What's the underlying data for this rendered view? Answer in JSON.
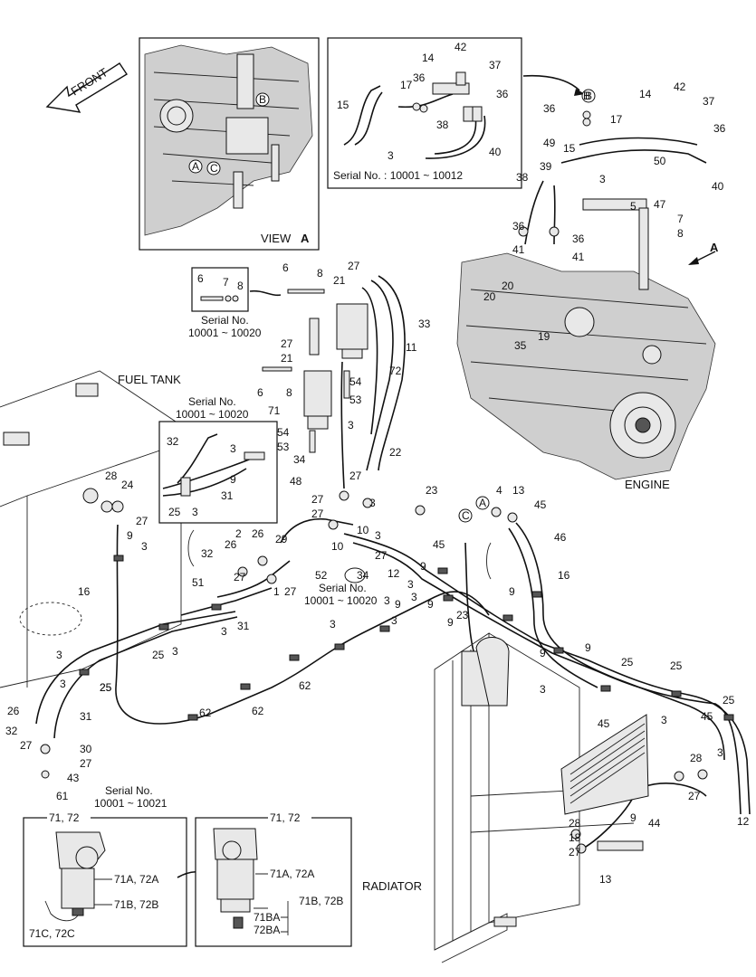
{
  "labels": {
    "front": "FRONT",
    "view_a": "VIEW",
    "view_a_letter": "A",
    "fuel_tank": "FUEL TANK",
    "engine": "ENGINE",
    "radiator": "RADIATOR",
    "serial_top": "Serial No. : 10001 ~ 10012",
    "serial_bolt_1": "Serial No.",
    "serial_bolt_2": "10001 ~ 10020",
    "serial_hose_1": "Serial No.",
    "serial_hose_2": "10001 ~ 10020",
    "serial_34_1": "Serial No.",
    "serial_34_2": "10001 ~ 10020",
    "serial_filter_1": "Serial No.",
    "serial_filter_2": "10001 ~ 10021",
    "callout_a": "A",
    "callout_b": "B",
    "callout_c": "C",
    "arrow_a": "A"
  },
  "filter_box_left": {
    "title": "71, 72",
    "p1": "71A, 72A",
    "p2": "71B, 72B",
    "p3": "71C, 72C"
  },
  "filter_box_right": {
    "title": "71, 72",
    "p1": "71A, 72A",
    "p2": "71B, 72B",
    "p3": "71BA",
    "p4": "72BA"
  },
  "part_numbers": [
    "14",
    "42",
    "37",
    "36",
    "17",
    "15",
    "36",
    "38",
    "40",
    "3",
    "B",
    "14",
    "42",
    "37",
    "36",
    "36",
    "17",
    "15",
    "49",
    "39",
    "38",
    "3",
    "50",
    "40",
    "5",
    "47",
    "7",
    "8",
    "36",
    "41",
    "36",
    "41",
    "20",
    "20",
    "19",
    "35",
    "6",
    "8",
    "21",
    "27",
    "33",
    "11",
    "6",
    "7",
    "8",
    "27",
    "21",
    "72",
    "54",
    "53",
    "6",
    "8",
    "71",
    "54",
    "53",
    "22",
    "3",
    "34",
    "48",
    "27",
    "10",
    "3",
    "27",
    "27",
    "10",
    "3",
    "27",
    "32",
    "3",
    "9",
    "31",
    "25",
    "3",
    "28",
    "24",
    "27",
    "9",
    "3",
    "16",
    "2",
    "26",
    "26",
    "29",
    "27",
    "1",
    "27",
    "32",
    "51",
    "31",
    "3",
    "52",
    "34",
    "12",
    "23",
    "4",
    "13",
    "45",
    "46",
    "16",
    "45",
    "9",
    "3",
    "9",
    "9",
    "23",
    "9",
    "3",
    "9",
    "3",
    "3",
    "3",
    "25",
    "3",
    "25",
    "62",
    "62",
    "62",
    "3",
    "25",
    "3",
    "27",
    "30",
    "27",
    "43",
    "61",
    "26",
    "32",
    "31",
    "9",
    "9",
    "25",
    "25",
    "25",
    "3",
    "45",
    "3",
    "45",
    "3",
    "28",
    "27",
    "12",
    "28",
    "18",
    "27",
    "9",
    "44",
    "13"
  ]
}
